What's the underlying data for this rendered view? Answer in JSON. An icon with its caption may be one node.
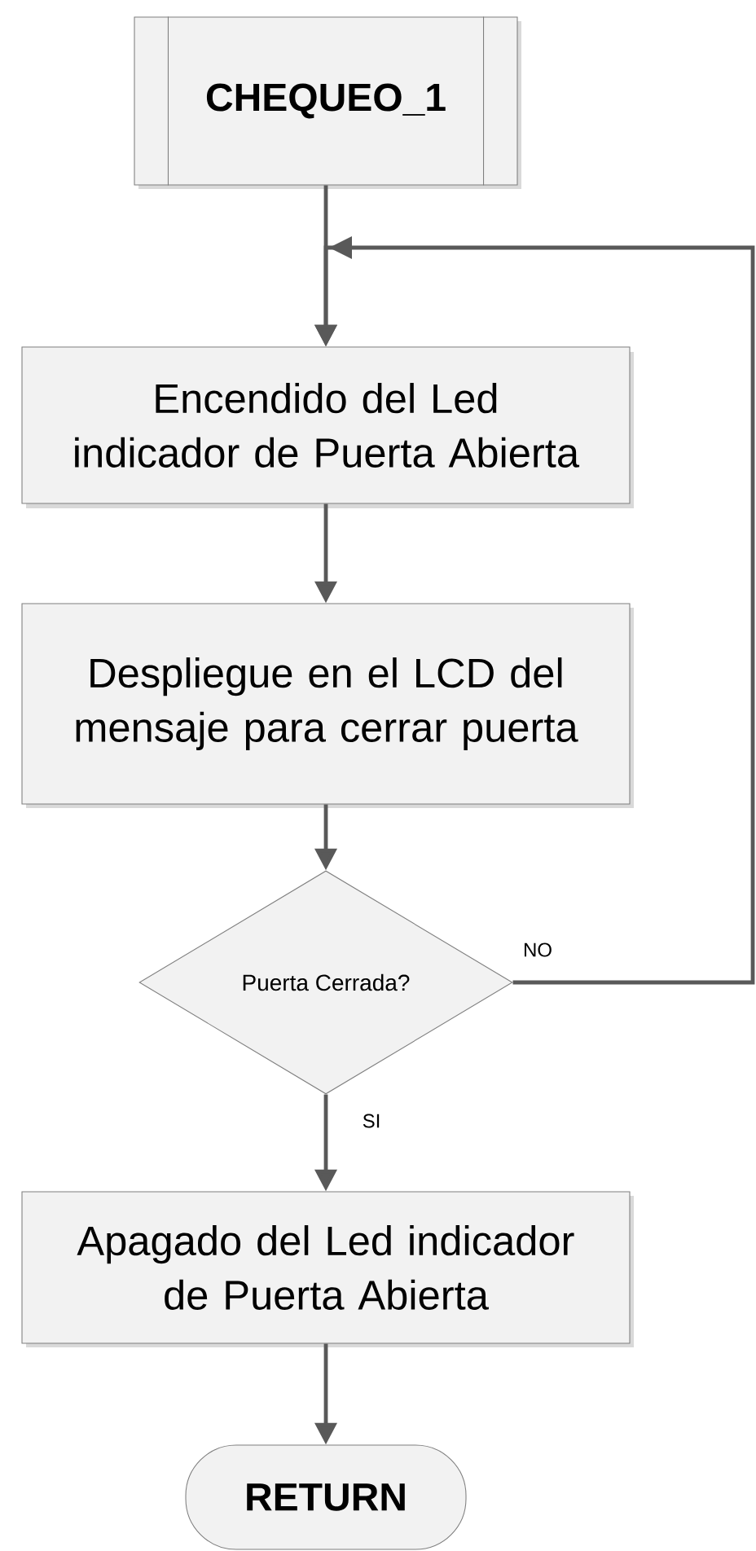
{
  "diagram": {
    "nodes": [
      {
        "text": [
          "CHEQUEO_1"
        ]
      },
      {
        "text": [
          "Encendido del Led indicador de Puerta Abierta"
        ]
      },
      {
        "text": [
          "Despliegue en el LCD del mensaje para cerrar puerta"
        ]
      },
      {
        "text": [
          "Puerta Cerrada?"
        ]
      },
      {
        "text": [
          "Apagado del Led indicador de Puerta Abierta"
        ]
      },
      {
        "text": [
          "RETURN"
        ]
      }
    ],
    "edges": [
      {
        "from": 0,
        "to": 1,
        "arrow": "to"
      },
      {
        "from": 1,
        "to": 2,
        "arrow": "to"
      },
      {
        "from": 2,
        "to": 3,
        "arrow": "to"
      },
      {
        "from": 3,
        "to": 4,
        "arrow": "to",
        "label": "SI"
      },
      {
        "from": 3,
        "to": 1,
        "arrow": "to",
        "label": "NO"
      },
      {
        "from": 4,
        "to": 5,
        "arrow": "to"
      }
    ]
  }
}
